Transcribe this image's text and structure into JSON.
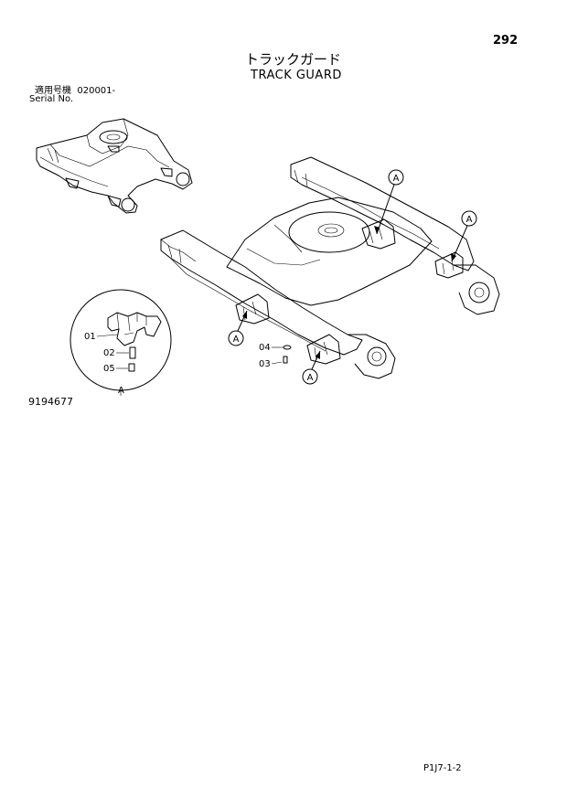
{
  "page": {
    "number": "292",
    "title_jp": "トラックガード",
    "title_en": "TRACK GUARD",
    "serial_label_jp": "適用号機",
    "serial_value": "020001-",
    "serial_label_en": "Serial No.",
    "figure_id": "9194677",
    "footer_code": "P1J7-1-2"
  },
  "callouts": {
    "detail_ref": "A",
    "parts": [
      "01",
      "02",
      "05",
      "04",
      "03"
    ]
  }
}
